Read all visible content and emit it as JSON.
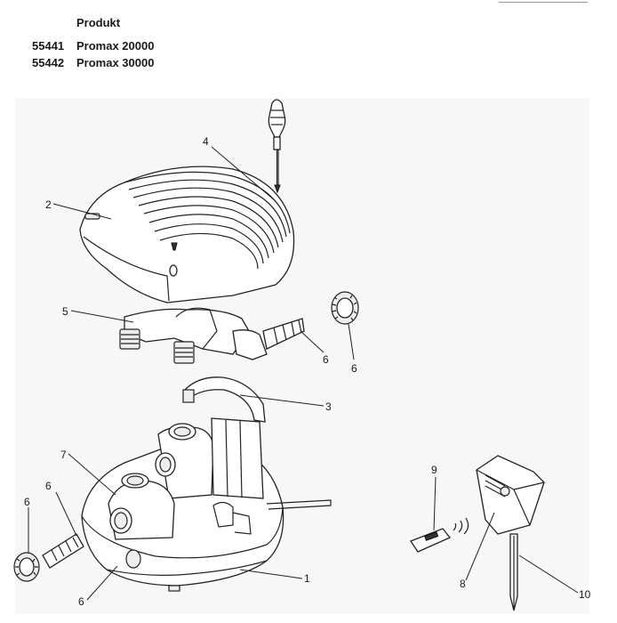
{
  "header": {
    "label": "Produkt"
  },
  "products": [
    {
      "code": "55441",
      "name": "Promax 20000"
    },
    {
      "code": "55442",
      "name": "Promax 30000"
    }
  ],
  "callouts": [
    "1",
    "2",
    "3",
    "4",
    "5",
    "6",
    "6",
    "6",
    "6",
    "6",
    "7",
    "8",
    "9",
    "10"
  ],
  "icons": [
    "screwdriver-icon",
    "pump-housing",
    "housing-cover",
    "cable-clamp",
    "remote-control-icon",
    "receiver-stake"
  ],
  "colors": {
    "line": "#222222",
    "background": "#ffffff",
    "panel": "#f7f7f7"
  }
}
